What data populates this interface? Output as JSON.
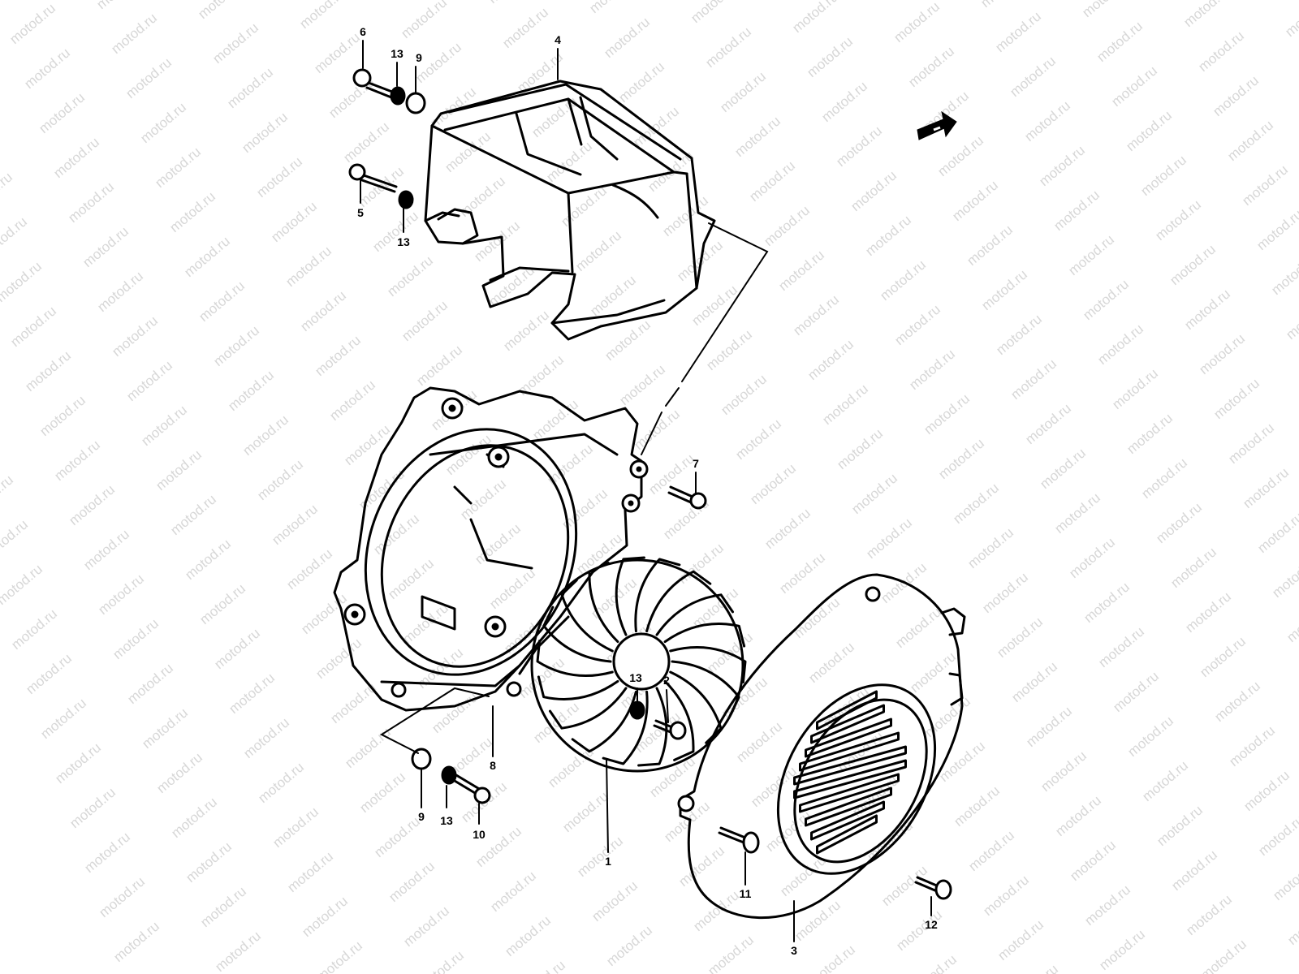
{
  "watermark": {
    "text": "motod.ru",
    "color": "#d7d7d7"
  },
  "callouts": {
    "p1": "1",
    "p2": "2",
    "p3": "3",
    "p4": "4",
    "p5": "5",
    "p6": "6",
    "p7": "7",
    "p8": "8",
    "p9a": "9",
    "p9b": "9",
    "p10": "10",
    "p11": "11",
    "p12": "12",
    "p13a": "13",
    "p13b": "13",
    "p13c": "13",
    "p13d": "13"
  },
  "icons": {
    "front_arrow": "arrow-icon"
  }
}
